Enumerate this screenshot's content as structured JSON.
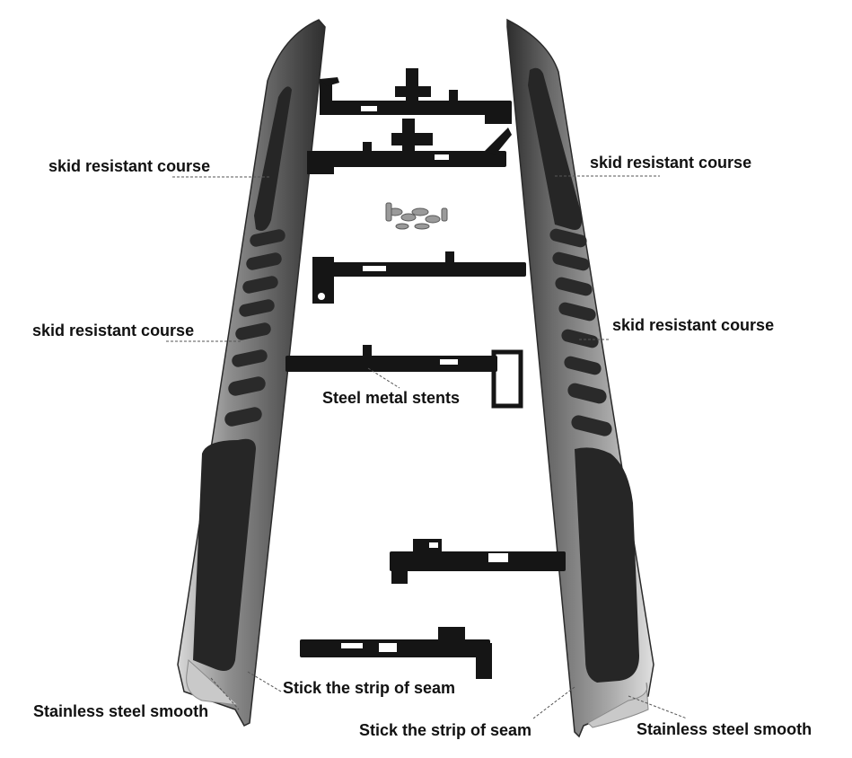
{
  "labels": {
    "skid_top_left": "skid resistant course",
    "skid_top_right": "skid resistant course",
    "skid_mid_left": "skid resistant course",
    "skid_mid_right": "skid resistant course",
    "steel_stents": "Steel metal stents",
    "seam_left": "Stick the strip of seam",
    "seam_right": "Stick the strip of seam",
    "smooth_left": "Stainless steel smooth",
    "smooth_right": "Stainless steel smooth"
  },
  "colors": {
    "board_steel": "#9a9a9a",
    "board_dark": "#3a3a3a",
    "pad": "#2a2a2a",
    "bracket": "#151515",
    "leader": "#555555"
  }
}
